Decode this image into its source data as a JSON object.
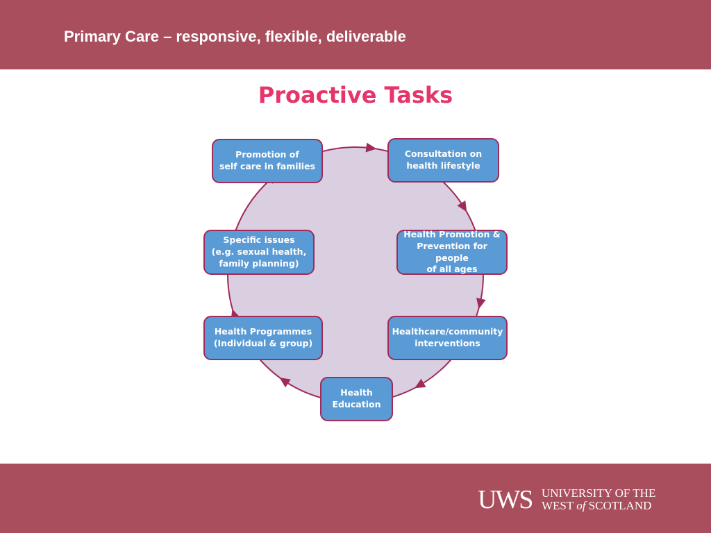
{
  "header": {
    "title": "Primary Care – responsive, flexible, deliverable"
  },
  "diagram": {
    "heading": "Proactive Tasks",
    "nodes": [
      {
        "id": "promotion-self-care",
        "label": "Promotion of\nself care in families"
      },
      {
        "id": "consultation",
        "label": "Consultation on\nhealth lifestyle"
      },
      {
        "id": "health-promotion",
        "label": "Health Promotion &\nPrevention for people\nof all ages"
      },
      {
        "id": "healthcare-community",
        "label": "Healthcare/community\ninterventions"
      },
      {
        "id": "health-education",
        "label": "Health\nEducation"
      },
      {
        "id": "health-programmes",
        "label": "Health Programmes\n(Individual & group)"
      },
      {
        "id": "specific-issues",
        "label": "Specific issues\n(e.g. sexual health,\nfamily planning)"
      }
    ],
    "flow": "clockwise",
    "colors": {
      "circle_fill": "#dacfe0",
      "circle_stroke": "#a02a5a",
      "node_fill": "#5a9bd5",
      "node_border": "#a02a5a",
      "heading": "#e5356b",
      "band": "#a84e5c"
    }
  },
  "footer": {
    "logo_mark": "UWS",
    "logo_line1": "UNIVERSITY OF THE",
    "logo_line2_a": "WEST",
    "logo_line2_of": "of",
    "logo_line2_b": "SCOTLAND"
  }
}
